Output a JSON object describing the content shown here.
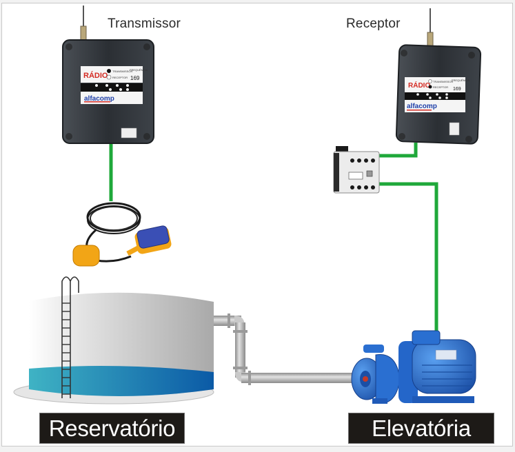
{
  "diagram": {
    "title_labels": {
      "transmitter": "Transmissor",
      "receiver": "Receptor"
    },
    "captions": {
      "reservoir": "Reservatório",
      "pump_station": "Elevatória"
    },
    "devices": {
      "transmitter_box": {
        "brand": "alfacomp",
        "panel_title": "RÁDIO",
        "mode_options": [
          "TRANSMISSOR",
          "RECEPTOR"
        ],
        "selected_mode": "TRANSMISSOR",
        "frequency_label": "FREQUÊNCIA",
        "frequency_value": "169"
      },
      "receiver_box": {
        "brand": "alfacomp",
        "panel_title": "RÁDIO",
        "mode_options": [
          "TRANSMISSOR",
          "RECEPTOR"
        ],
        "selected_mode": "RECEPTOR",
        "frequency_label": "FREQUÊNCIA",
        "frequency_value": "169"
      }
    },
    "components": [
      "float-switch",
      "contactor",
      "water-tank",
      "pipe",
      "centrifugal-pump"
    ],
    "colors": {
      "wire": "#1fa83a",
      "caption_bg": "#1d1a17",
      "tank_water_left": "#3fb3c4",
      "tank_water_right": "#0b5aa6",
      "pump_blue": "#2a6fd1",
      "radio_red": "#d42a22",
      "brand_blue": "#1e3fa8"
    }
  }
}
